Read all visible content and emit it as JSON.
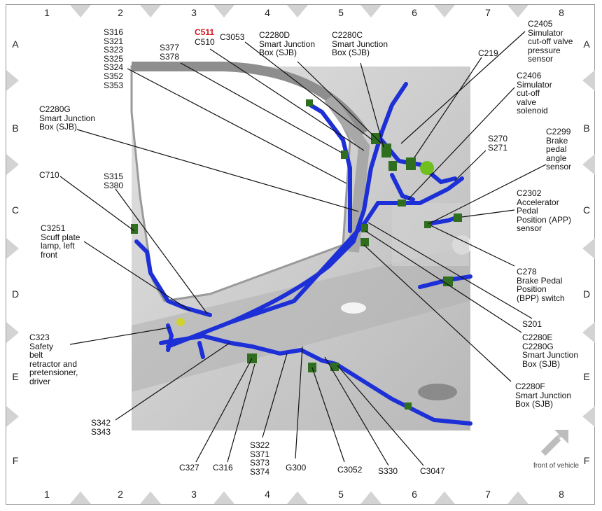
{
  "grid": {
    "cols": [
      "1",
      "2",
      "3",
      "4",
      "5",
      "6",
      "7",
      "8"
    ],
    "rows": [
      "A",
      "B",
      "C",
      "D",
      "E",
      "F"
    ]
  },
  "labels": {
    "s316_group": [
      "S316",
      "S321",
      "S323",
      "S325",
      "S324",
      "S352",
      "S353"
    ],
    "s377_group": [
      "S377",
      "S378"
    ],
    "c511": "C511",
    "c510": "C510",
    "c3053": "C3053",
    "c2280d": [
      "C2280D",
      "Smart Junction",
      "Box (SJB)"
    ],
    "c2280c": [
      "C2280C",
      "Smart Junction",
      "Box (SJB)"
    ],
    "c2405": [
      "C2405",
      "Simulator",
      "cut-off valve",
      "pressure",
      "sensor"
    ],
    "c219": "C219",
    "c2406": [
      "C2406",
      "Simulator",
      "cut-off",
      "valve",
      "solenoid"
    ],
    "c2280g": [
      "C2280G",
      "Smart Junction",
      "Box (SJB)"
    ],
    "s270_group": [
      "S270",
      "S271"
    ],
    "c2299": [
      "C2299",
      "Brake",
      "pedal",
      "angle",
      "sensor"
    ],
    "c710": "C710",
    "s315_group": [
      "S315",
      "S380"
    ],
    "c2302": [
      "C2302",
      "Accelerator",
      "Pedal",
      "Position (APP)",
      "sensor"
    ],
    "c3251": [
      "C3251",
      "Scuff plate",
      "lamp, left",
      "front"
    ],
    "c278": [
      "C278",
      "Brake Pedal",
      "Position",
      "(BPP) switch"
    ],
    "s201": "S201",
    "c323": [
      "C323",
      "Safety",
      "belt",
      "retractor and",
      "pretensioner,",
      "driver"
    ],
    "c2280eg": [
      "C2280E",
      "C2280G",
      "Smart Junction",
      "Box (SJB)"
    ],
    "c2280f": [
      "C2280F",
      "Smart Junction",
      "Box (SJB)"
    ],
    "s342_group": [
      "S342",
      "S343"
    ],
    "s322_group": [
      "S322",
      "S371",
      "S373",
      "S374"
    ],
    "c327": "C327",
    "c316": "C316",
    "g300": "G300",
    "c3052": "C3052",
    "s330": "S330",
    "c3047": "C3047"
  },
  "front_of_vehicle": "front of vehicle",
  "colors": {
    "harness": "#1d2fd6",
    "connector": "#2f6e1f",
    "callout_red": "#d4141a",
    "body_panel": "#c9c9c9",
    "border_triangle": "#d3d3d3"
  }
}
